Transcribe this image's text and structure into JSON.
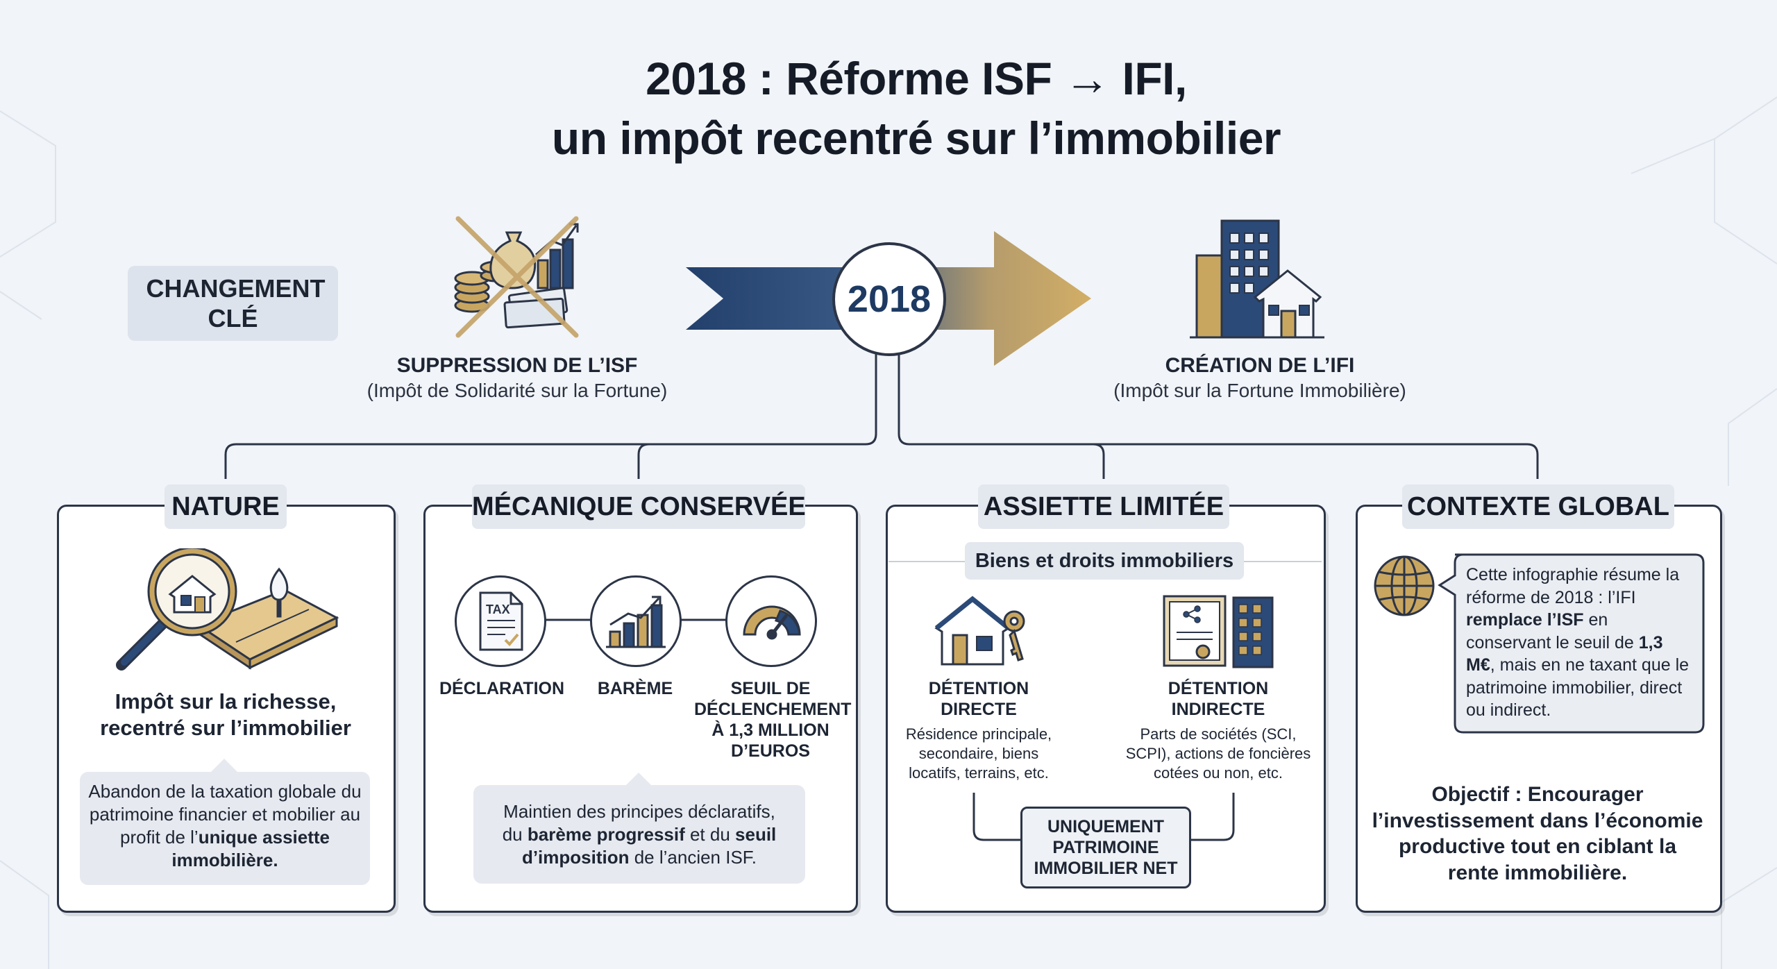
{
  "title": {
    "line1": "2018 : Réforme ISF → IFI,",
    "line2": "un impôt recentré sur l’immobilier"
  },
  "key_badge": "CHANGEMENT CLÉ",
  "timeline": {
    "year": "2018",
    "left": {
      "title": "SUPPRESSION DE L’ISF",
      "subtitle": "(Impôt de Solidarité sur la Fortune)",
      "icon": "crossed-money-icon"
    },
    "right": {
      "title": "CRÉATION DE L’IFI",
      "subtitle": "(Impôt sur la Fortune Immobilière)",
      "icon": "buildings-house-icon"
    }
  },
  "cards": {
    "nature": {
      "label": "NATURE",
      "headline": "Impôt sur la richesse, recentré sur l’immobilier",
      "text_before": "Abandon de la taxation globale du patrimoine financier et mobilier au profit de l’",
      "text_bold": "unique assiette immobilière."
    },
    "mecanique": {
      "label": "MÉCANIQUE CONSERVÉE",
      "items": [
        {
          "label": "DÉCLARATION",
          "icon": "tax-form-icon",
          "icon_text": "TAX"
        },
        {
          "label": "BARÈME",
          "icon": "bar-chart-icon"
        },
        {
          "label": "SEUIL DE DÉCLENCHEMENT À 1,3 MILLION D’EUROS",
          "icon": "gauge-icon"
        }
      ],
      "text_1": "Maintien des principes déclaratifs,",
      "text_2a": "du ",
      "text_2b": "barème progressif",
      "text_2c": " et du ",
      "text_2d": "seuil",
      "text_3a": "d’imposition",
      "text_3b": " de l’ancien ISF."
    },
    "assiette": {
      "label": "ASSIETTE LIMITÉE",
      "sublabel": "Biens et droits immobiliers",
      "direct": {
        "title": "DÉTENTION DIRECTE",
        "text": "Résidence principale, secondaire, biens locatifs, terrains, etc."
      },
      "indirect": {
        "title": "DÉTENTION INDIRECTE",
        "text": "Parts de sociétés (SCI, SCPI), actions de foncières cotées ou non, etc."
      },
      "result": "UNIQUEMENT PATRIMOINE IMMOBILIER NET"
    },
    "contexte": {
      "label": "CONTEXTE GLOBAL",
      "bubble_1": "Cette infographie résume la réforme de 2018 : l’IFI ",
      "bubble_bold_1": "remplace l’ISF",
      "bubble_2": " en conservant le seuil de ",
      "bubble_bold_2": "1,3 M€",
      "bubble_3": ", mais en ne taxant que le patrimoine immobilier, direct ou indirect.",
      "objective": "Objectif : Encourager l’investissement dans l’économie productive tout en ciblant la rente immobilière."
    }
  },
  "colors": {
    "navy": "#2b4a78",
    "gold": "#c9a660",
    "outline": "#2c3547",
    "background": "#f1f4f8"
  }
}
